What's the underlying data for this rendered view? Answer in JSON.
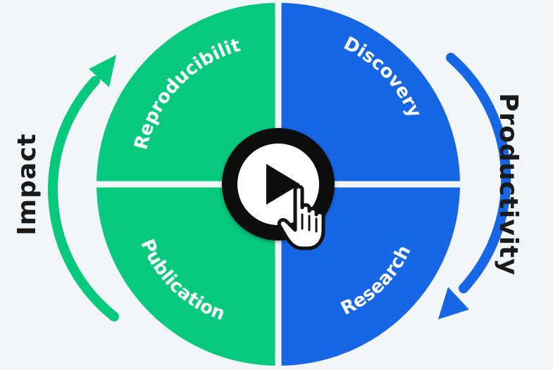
{
  "diagram": {
    "quadrants": [
      {
        "id": "reproducibility",
        "label": "Reproducibility",
        "color": "#07c97e"
      },
      {
        "id": "discovery",
        "label": "Discovery",
        "color": "#1766e6"
      },
      {
        "id": "research",
        "label": "Research",
        "color": "#1766e6"
      },
      {
        "id": "publication",
        "label": "Publication",
        "color": "#07c97e"
      }
    ],
    "left_cycle_label": "Impact",
    "right_cycle_label": "Productivity",
    "left_arrow_color": "#07c97e",
    "right_arrow_color": "#1766e6",
    "center_button_icon": "play-icon",
    "cursor_icon": "hand-pointer-icon"
  }
}
